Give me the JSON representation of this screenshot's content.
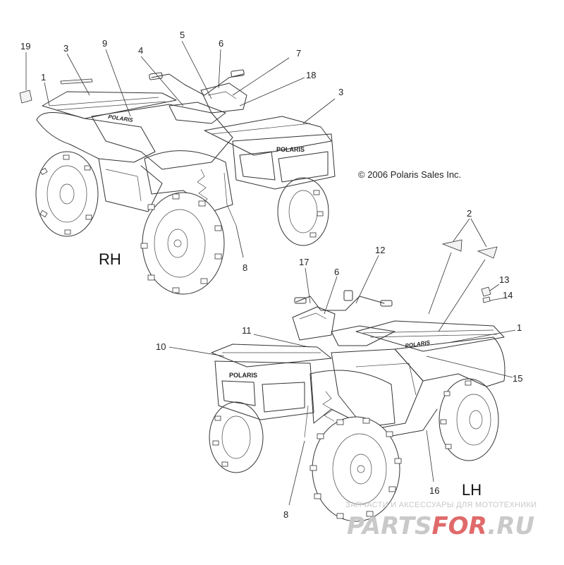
{
  "copyright": "© 2006 Polaris Sales Inc.",
  "views": {
    "rh": "RH",
    "lh": "LH"
  },
  "brand_on_vehicle": "POLARIS",
  "callouts_rh": {
    "c19": "19",
    "c3a": "3",
    "c9": "9",
    "c4": "4",
    "c5": "5",
    "c6": "6",
    "c7": "7",
    "c18": "18",
    "c3b": "3",
    "c1": "1",
    "c8": "8"
  },
  "callouts_lh": {
    "c2": "2",
    "c12": "12",
    "c17": "17",
    "c6": "6",
    "c13": "13",
    "c14": "14",
    "c11": "11",
    "c1": "1",
    "c10": "10",
    "c15": "15",
    "c16": "16",
    "c8": "8"
  },
  "watermark": {
    "tagline": "ЗАПЧАСТИ И АКСЕССУАРЫ ДЛЯ МОТОТЕХНИКИ",
    "part1": "PARTS",
    "part2": "FOR",
    "part3": ".RU",
    "colors": {
      "grey": "#c9c9c9",
      "red": "#e06a6a"
    }
  }
}
